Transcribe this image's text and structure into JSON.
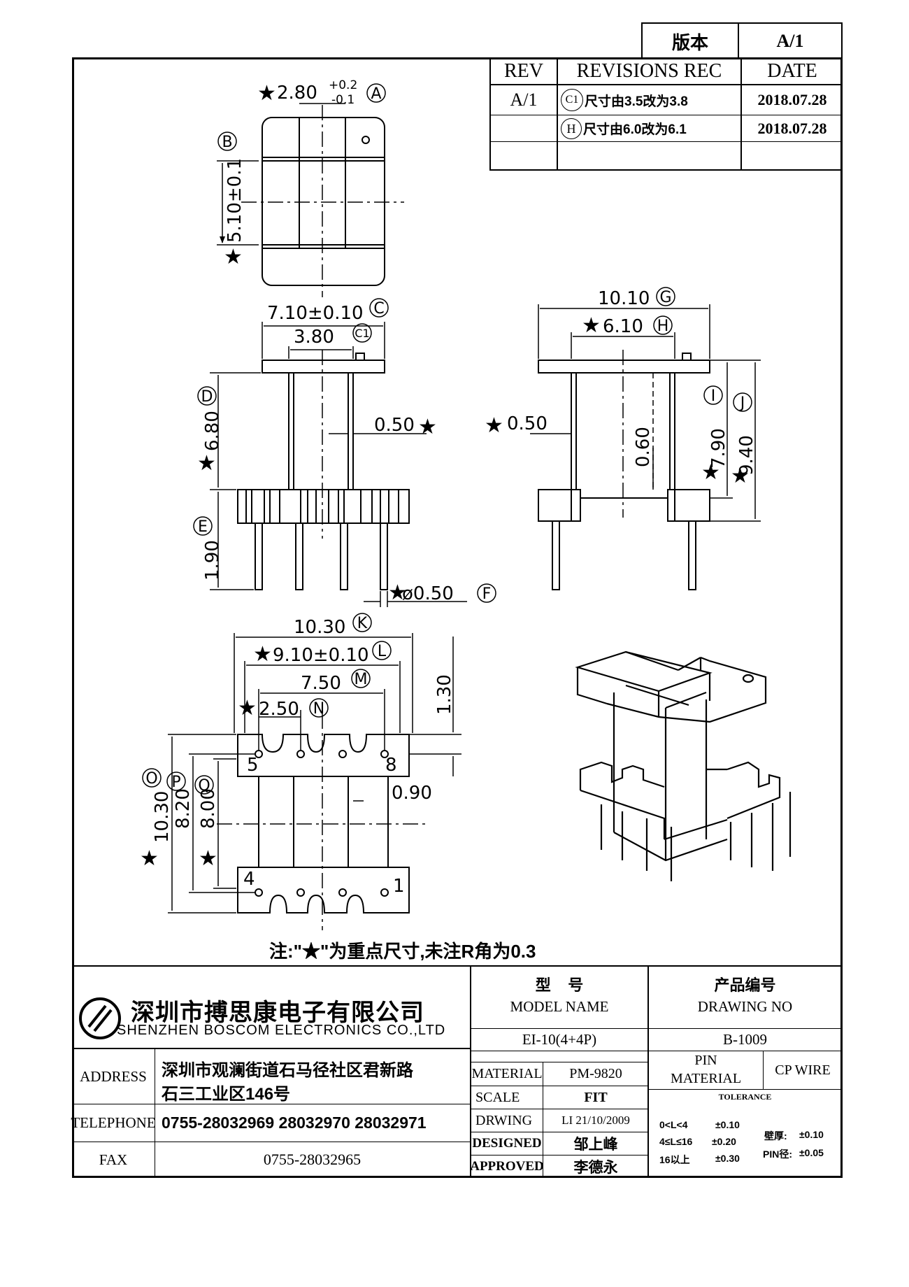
{
  "version": {
    "label": "版本",
    "value": "A/1"
  },
  "revisions": {
    "headers": {
      "rev": "REV",
      "rec": "REVISIONS REC",
      "date": "DATE"
    },
    "rows": [
      {
        "rev": "A/1",
        "marker": "C1",
        "text": "尺寸由3.5改为3.8",
        "date": "2018.07.28"
      },
      {
        "rev": "",
        "marker": "H",
        "text": "尺寸由6.0改为6.1",
        "date": "2018.07.28"
      }
    ]
  },
  "dimensions": {
    "A": {
      "text": "2.80",
      "tol_up": "+0.2",
      "tol_down": "-0.1",
      "marker": "A"
    },
    "B": {
      "text": "5.10±0.1",
      "marker": "B"
    },
    "C": {
      "text": "7.10±0.10",
      "marker": "C"
    },
    "C1": {
      "text": "3.80",
      "marker": "C1"
    },
    "D": {
      "text": "6.80",
      "marker": "D"
    },
    "E": {
      "text": "1.90",
      "marker": "E"
    },
    "F": {
      "text": "ø0.50",
      "marker": "F"
    },
    "wall_front": {
      "text": "0.50"
    },
    "G": {
      "text": "10.10",
      "marker": "G"
    },
    "H": {
      "text": "6.10",
      "marker": "H"
    },
    "wall_side": {
      "text": "0.50"
    },
    "inner_side": {
      "text": "0.60"
    },
    "I": {
      "text": "7.90",
      "marker": "I"
    },
    "J": {
      "text": "9.40",
      "marker": "J"
    },
    "K": {
      "text": "10.30",
      "marker": "K"
    },
    "L": {
      "text": "9.10±0.10",
      "marker": "L"
    },
    "M": {
      "text": "7.50",
      "marker": "M"
    },
    "N": {
      "text": "2.50",
      "marker": "N"
    },
    "top_edge": {
      "text": "1.30"
    },
    "slot": {
      "text": "0.90"
    },
    "O": {
      "text": "10.30",
      "marker": "O"
    },
    "P": {
      "text": "8.20",
      "marker": "P"
    },
    "Q": {
      "text": "8.00",
      "marker": "Q"
    },
    "pins": {
      "p5": "5",
      "p8": "8",
      "p4": "4",
      "p1": "1"
    }
  },
  "note": "注:\"★\"为重点尺寸,未注R角为0.3",
  "company": {
    "name_cn": "深圳市搏思康电子有限公司",
    "name_en": "SHENZHEN BOSCOM ELECTRONICS CO.,LTD",
    "address_label": "ADDRESS",
    "address_line1": "深圳市观澜街道石马径社区君新路",
    "address_line2": "石三工业区146号",
    "telephone_label": "TELEPHONE",
    "telephone": "0755-28032969 28032970 28032971",
    "fax_label": "FAX",
    "fax": "0755-28032965"
  },
  "titleblock": {
    "model_cn": "型    号",
    "model_en": "MODEL NAME",
    "model_value": "EI-10(4+4P)",
    "drawing_cn": "产品编号",
    "drawing_en": "DRAWING NO",
    "drawing_value": "B-1009",
    "material_label": "MATERIAL",
    "material_value": "PM-9820",
    "pin_material_label1": "PIN",
    "pin_material_label2": "MATERIAL",
    "pin_material_value": "CP WIRE",
    "scale_label": "SCALE",
    "scale_value": "FIT",
    "drawing_label": "DRWING",
    "drawing_date": "LI 21/10/2009",
    "designed_label": "DESIGNED",
    "designed_value": "邹上峰",
    "approved_label": "APPROVED",
    "approved_value": "李德永",
    "tolerance_label": "TOLERANCE",
    "tol_row1_range": "0<L<4",
    "tol_row1_val": "±0.10",
    "tol_row2_range": "4≤L≤16",
    "tol_row2_val": "±0.20",
    "tol_row3_range": "16以上",
    "tol_row3_val": "±0.30",
    "wall_label": "壁厚:",
    "wall_val": "±0.10",
    "pin_dia_label": "PIN径:",
    "pin_dia_val": "±0.05"
  }
}
